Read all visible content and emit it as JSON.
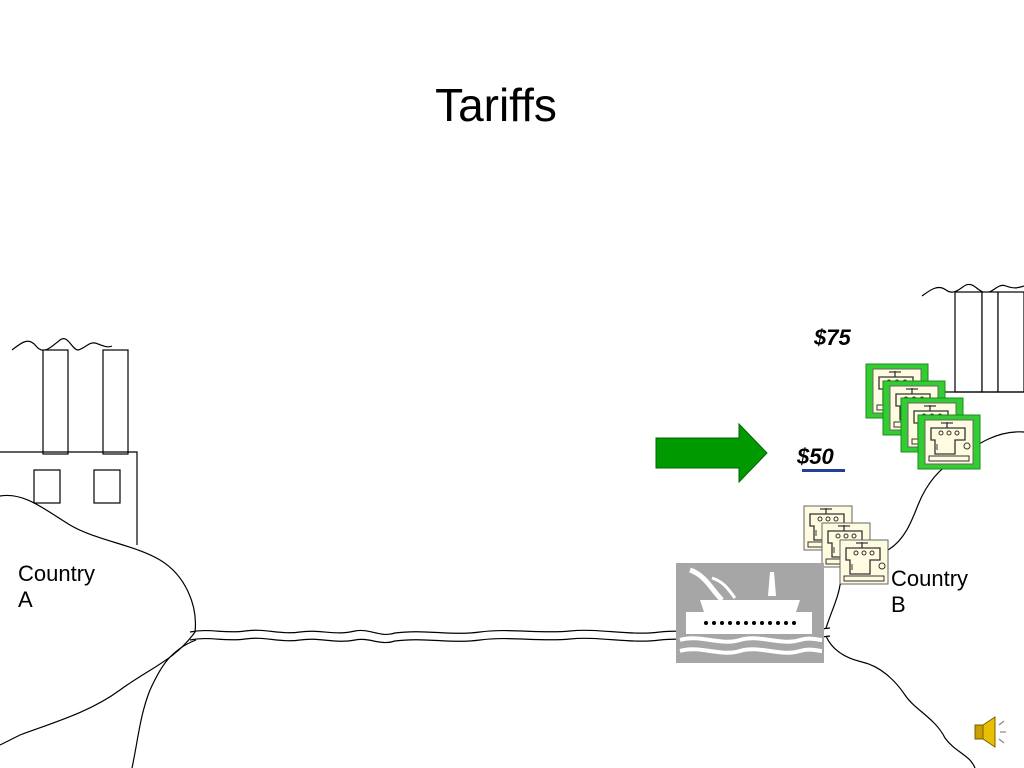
{
  "slide": {
    "title": "Tariffs"
  },
  "countries": {
    "a": {
      "line1": "Country",
      "line2": "A"
    },
    "b": {
      "line1": "Country",
      "line2": "B"
    }
  },
  "prices": {
    "tariff_price": "$75",
    "import_price": "$50"
  },
  "colors": {
    "arrow": "#009900",
    "card_border": "#33cc33",
    "card_fill": "#fffbe0",
    "ship_bg": "#a6a6a6",
    "underline": "#1f3f9a"
  },
  "icons": [
    "factory-icon",
    "sewing-machine-icon",
    "cargo-ship-icon",
    "speaker-icon",
    "right-arrow-icon"
  ]
}
